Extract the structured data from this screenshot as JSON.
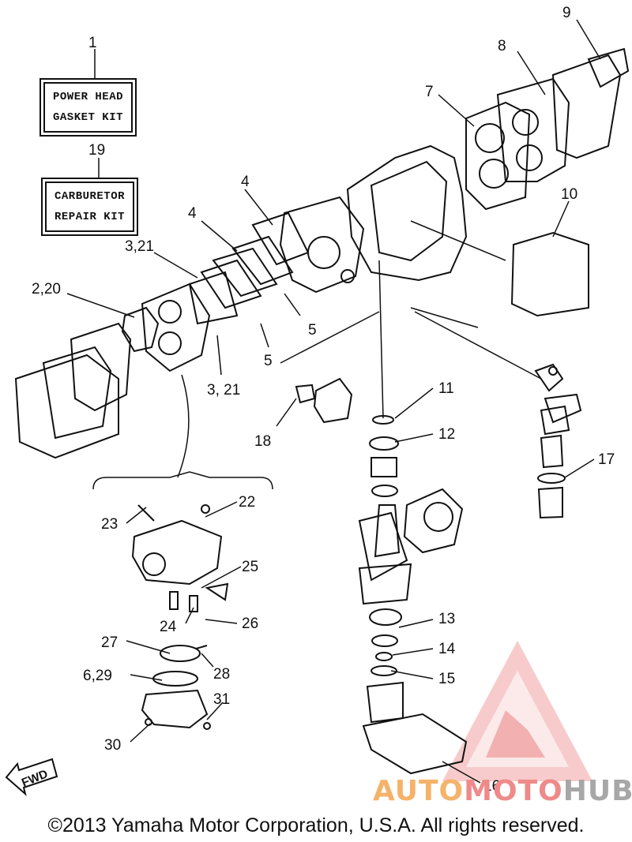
{
  "kits": {
    "power_head": {
      "number": "1",
      "line1": "POWER HEAD",
      "line2": "GASKET KIT"
    },
    "carburetor": {
      "number": "19",
      "line1": "CARBURETOR",
      "line2": "REPAIR KIT"
    }
  },
  "callouts": {
    "c2_20": "2,20",
    "c3_21a": "3,21",
    "c3_21b": "3, 21",
    "c4a": "4",
    "c4b": "4",
    "c5a": "5",
    "c5b": "5",
    "c6_29": "6,29",
    "c7": "7",
    "c8": "8",
    "c9": "9",
    "c10": "10",
    "c11": "11",
    "c12": "12",
    "c13": "13",
    "c14": "14",
    "c15": "15",
    "c16": "16",
    "c17": "17",
    "c18": "18",
    "c22": "22",
    "c23": "23",
    "c24": "24",
    "c25": "25",
    "c26": "26",
    "c27": "27",
    "c28": "28",
    "c30": "30",
    "c31": "31"
  },
  "fwd_label": "FWD",
  "copyright": "©2013 Yamaha Motor Corporation, U.S.A. All rights reserved.",
  "watermark": {
    "part1": "AUTO",
    "part2": "MOTO",
    "part3": "HUB",
    "colors": {
      "auto": "#f5b36a",
      "moto": "#ef8a8a",
      "hub": "#a7a7a7",
      "logo": "#e86a6a"
    }
  }
}
